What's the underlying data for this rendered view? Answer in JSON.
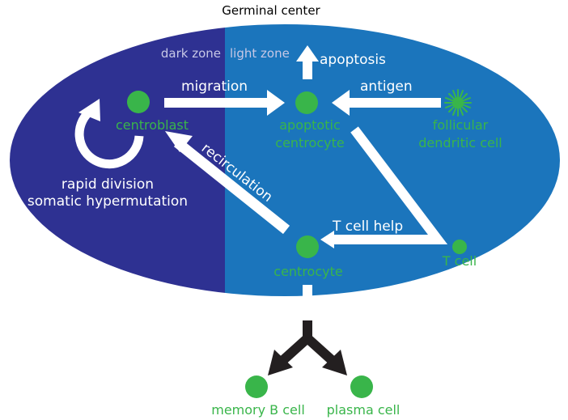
{
  "title": "Germinal center",
  "zones": {
    "dark": "dark zone",
    "light": "light zone"
  },
  "cells": {
    "centroblast": "centroblast",
    "apoptotic_line1": "apoptotic",
    "apoptotic_line2": "centrocyte",
    "fdc_line1": "follicular",
    "fdc_line2": "dendritic cell",
    "centrocyte": "centrocyte",
    "t_cell": "T cell",
    "memory_b": "memory B cell",
    "plasma": "plasma cell"
  },
  "processes": {
    "apoptosis": "apoptosis",
    "migration": "migration",
    "antigen": "antigen",
    "recirculation": "recirculation",
    "division_line1": "rapid division",
    "division_line2": "somatic hypermutation",
    "t_cell_help": "T cell help"
  },
  "colors": {
    "dark_zone": "#2e3192",
    "light_zone": "#1b75bc",
    "cell_green": "#39b54a",
    "arrow_white": "#ffffff",
    "arrow_black": "#231f20",
    "zone_label": "#c7c8e6"
  }
}
